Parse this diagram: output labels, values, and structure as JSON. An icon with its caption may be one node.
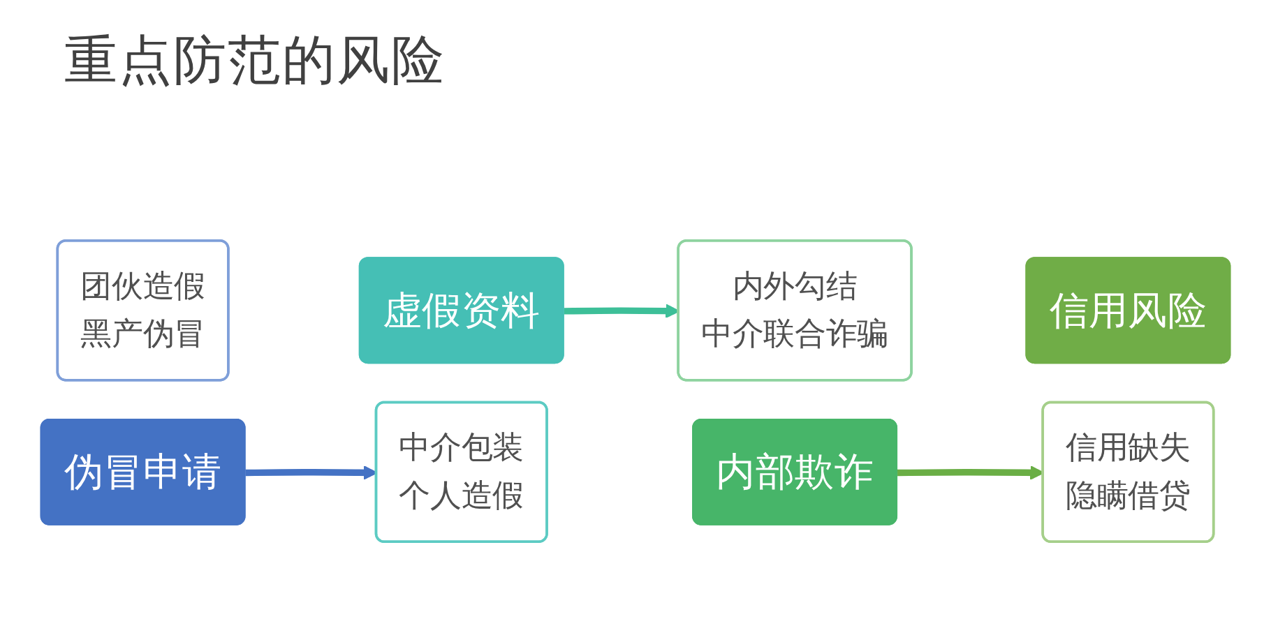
{
  "diagram": {
    "title": "重点防范的风险",
    "nodes": [
      {
        "text": [
          "团伙造假",
          "黑产伪冒"
        ]
      },
      {
        "text": [
          "伪冒申请"
        ]
      },
      {
        "text": [
          "虚假资料"
        ]
      },
      {
        "text": [
          "中介包装",
          "个人造假"
        ]
      },
      {
        "text": [
          "内外勾结",
          "中介联合诈骗"
        ]
      },
      {
        "text": [
          "内部欺诈"
        ]
      },
      {
        "text": [
          "信用风险"
        ]
      },
      {
        "text": [
          "信用缺失",
          "隐瞒借贷"
        ]
      }
    ],
    "edges": [
      {
        "from": 1,
        "to": 3,
        "arrow": "to",
        "color": "#4472c4"
      },
      {
        "from": 2,
        "to": 4,
        "arrow": "to",
        "color": "#3dbf98"
      },
      {
        "from": 5,
        "to": 7,
        "arrow": "to",
        "color": "#6aae45"
      }
    ]
  }
}
